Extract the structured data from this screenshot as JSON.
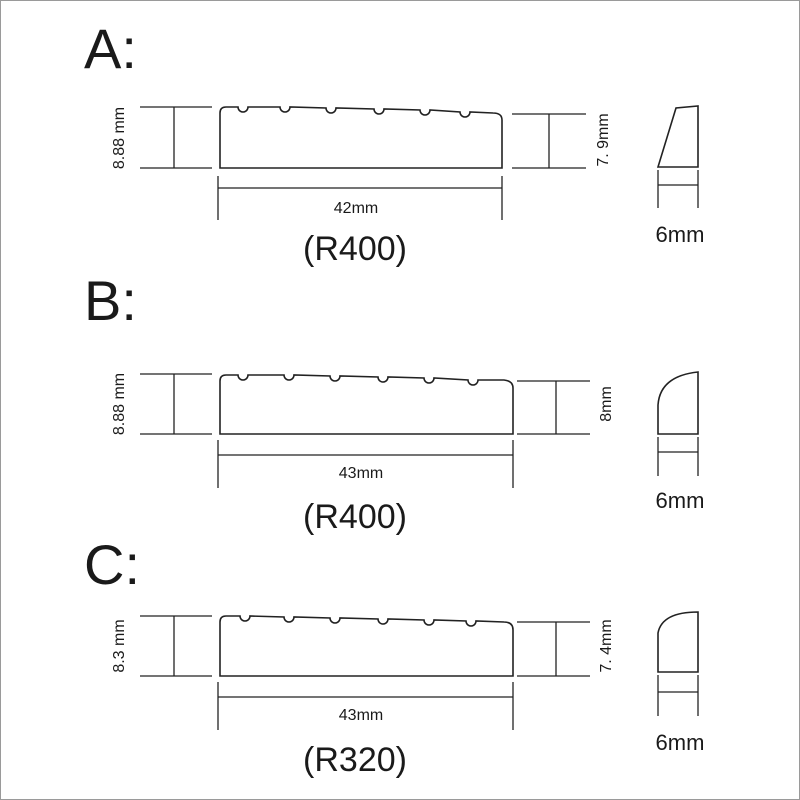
{
  "variants": [
    {
      "id": "A",
      "letter": "A:",
      "left_height": "8.88 mm",
      "right_height": "7. 9mm",
      "width": "42mm",
      "model": "(R400)",
      "thickness": "6mm",
      "profile": "wedge"
    },
    {
      "id": "B",
      "letter": "B:",
      "left_height": "8.88 mm",
      "right_height": "8mm",
      "width": "43mm",
      "model": "(R400)",
      "thickness": "6mm",
      "profile": "rounded"
    },
    {
      "id": "C",
      "letter": "C:",
      "left_height": "8.3 mm",
      "right_height": "7. 4mm",
      "width": "43mm",
      "model": "(R320)",
      "thickness": "6mm",
      "profile": "rounded"
    }
  ],
  "colors": {
    "line": "#222222",
    "background": "#ffffff",
    "frame": "#9a9a9a"
  }
}
